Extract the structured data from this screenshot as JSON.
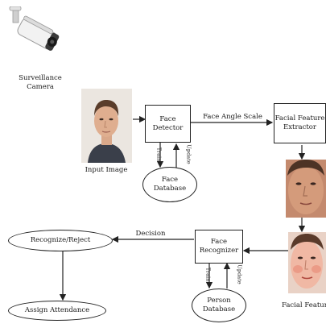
{
  "camera": {
    "label": "Surveillance\nCamera"
  },
  "input_image": {
    "label": "Input Image"
  },
  "face_detector": {
    "label": "Face\nDetector"
  },
  "face_angle_scale": {
    "label": "Face Angle Scale"
  },
  "facial_feature_extractor": {
    "label": "Facial Feature\nExtractor"
  },
  "face_database": {
    "label": "Face\nDatabase",
    "train": "Train",
    "update": "Update"
  },
  "face_recognizer": {
    "label": "Face\nRecognizer"
  },
  "decision": {
    "label": "Decision"
  },
  "recognize_reject": {
    "label": "Recognize/Reject"
  },
  "assign_attendance": {
    "label": "Assign Attendance"
  },
  "person_database": {
    "label": "Person\nDatabase",
    "train": "Train",
    "update": "Update"
  },
  "facial_feature": {
    "label": "Facial Feature"
  }
}
